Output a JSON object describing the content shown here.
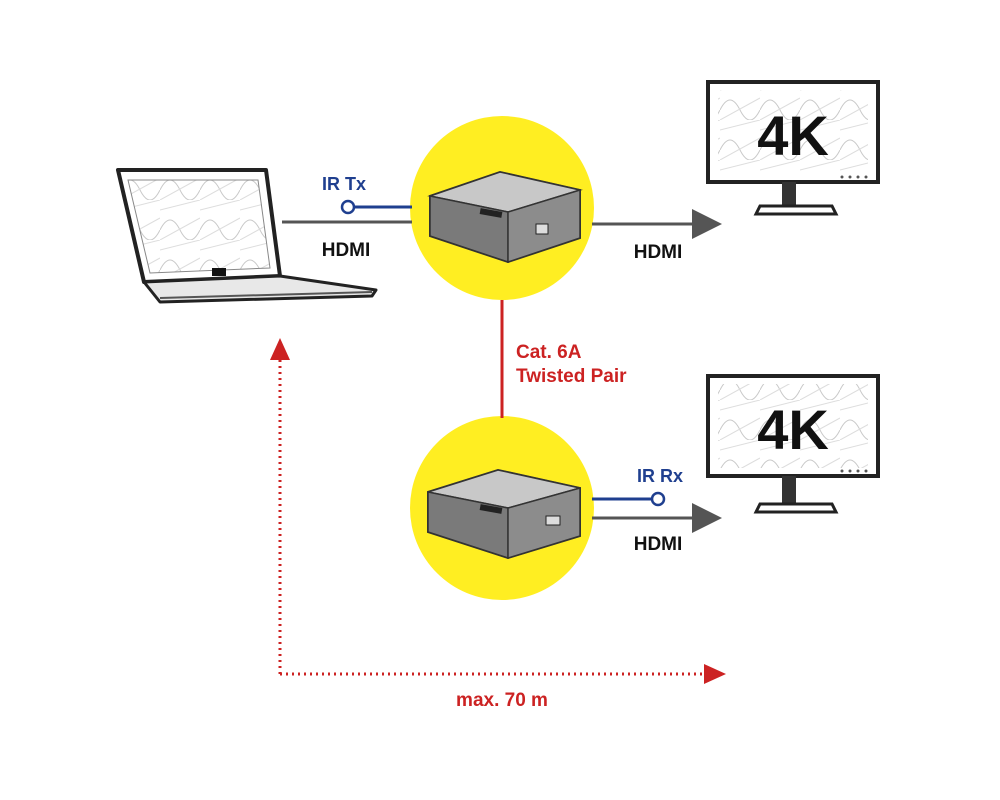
{
  "labels": {
    "ir_tx": "IR Tx",
    "hdmi_in": "HDMI",
    "hdmi_out_top": "HDMI",
    "cable_line1": "Cat. 6A",
    "cable_line2": "Twisted Pair",
    "ir_rx": "IR Rx",
    "hdmi_out_bottom": "HDMI",
    "distance": "max. 70 m",
    "monitor_top": "4K",
    "monitor_bottom": "4K"
  },
  "colors": {
    "ir": "#1f3f8f",
    "hdmi_line": "#555555",
    "cable": "#cc2222",
    "highlight": "#ffee22",
    "label_dark": "#111111"
  }
}
